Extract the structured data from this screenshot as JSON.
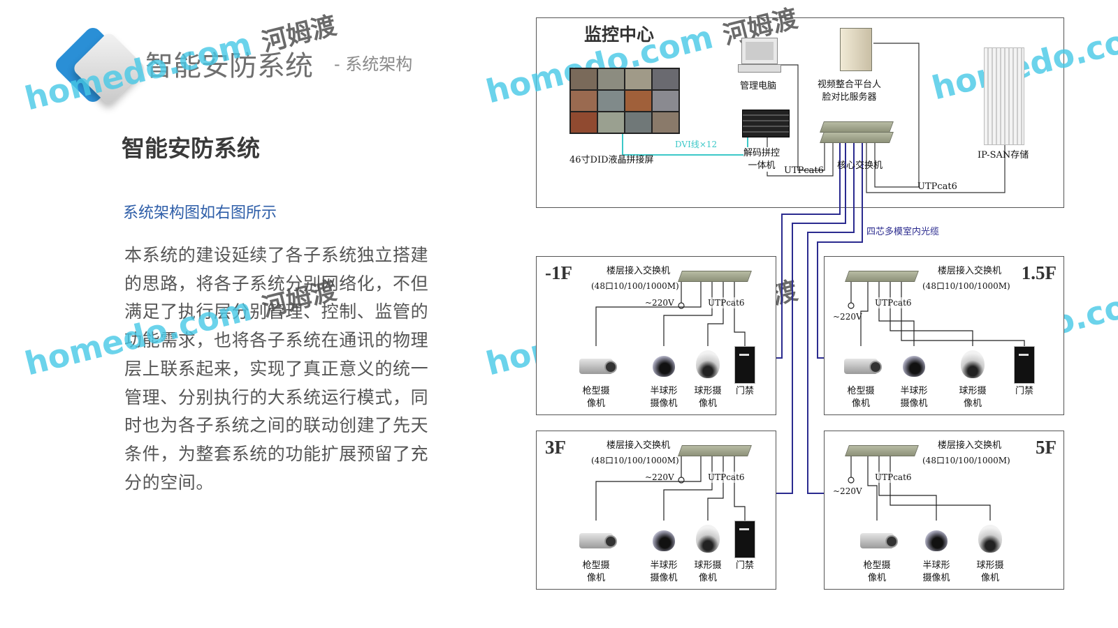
{
  "header": {
    "title": "智能安防系统",
    "subtitle": "- 系统架构"
  },
  "section_title": "智能安防系统",
  "intro": "系统架构图如右图所示",
  "paragraph_lines": [
    "本系统的建设延续了各子系统独立搭建",
    "的思路，将各子系统分别网络化，不但",
    "满足了执行层分别管理、控制、监管的",
    "功能需求，也将各子系统在通讯的物理",
    "层上联系起来，实现了真正意义的统一",
    "管理、分别执行的大系统运行模式，同",
    "时也为各子系统之间的联动创建了先天",
    "条件，为整套系统的功能扩展预留了充",
    "分的空间。"
  ],
  "diagram": {
    "center": {
      "title": "监控中心",
      "video_wall": "46寸DID液晶拼接屏",
      "pc": "管理电脑",
      "server_line1": "视频整合平台人",
      "server_line2": "脸对比服务器",
      "decoder_line1": "解码拼控",
      "decoder_line2": "一体机",
      "core_switch": "核心交换机",
      "storage": "IP-SAN存储",
      "dvi": "DVI线×12",
      "utp1": "UTPcat6",
      "utp2": "UTPcat6"
    },
    "fiber": "四芯多模室内光缆",
    "floors": [
      {
        "label": "-1F",
        "side": "left",
        "switch": "楼层接入交换机",
        "spec": "(48口10/100/1000M)",
        "power": "~220V",
        "cable": "UTPcat6",
        "devices": [
          {
            "type": "gun",
            "l1": "枪型摄",
            "l2": "像机"
          },
          {
            "type": "dome",
            "l1": "半球形",
            "l2": "摄像机"
          },
          {
            "type": "speed",
            "l1": "球形摄",
            "l2": "像机"
          },
          {
            "type": "door",
            "l1": "门禁",
            "l2": ""
          }
        ]
      },
      {
        "label": "1.5F",
        "side": "right",
        "switch": "楼层接入交换机",
        "spec": "(48口10/100/1000M)",
        "power": "~220V",
        "cable": "UTPcat6",
        "devices": [
          {
            "type": "gun",
            "l1": "枪型摄",
            "l2": "像机"
          },
          {
            "type": "dome",
            "l1": "半球形",
            "l2": "摄像机"
          },
          {
            "type": "speed",
            "l1": "球形摄",
            "l2": "像机"
          },
          {
            "type": "door",
            "l1": "门禁",
            "l2": ""
          }
        ]
      },
      {
        "label": "3F",
        "side": "left",
        "switch": "楼层接入交换机",
        "spec": "(48口10/100/1000M)",
        "power": "~220V",
        "cable": "UTPcat6",
        "devices": [
          {
            "type": "gun",
            "l1": "枪型摄",
            "l2": "像机"
          },
          {
            "type": "dome",
            "l1": "半球形",
            "l2": "摄像机"
          },
          {
            "type": "speed",
            "l1": "球形摄",
            "l2": "像机"
          },
          {
            "type": "door",
            "l1": "门禁",
            "l2": ""
          }
        ]
      },
      {
        "label": "5F",
        "side": "right",
        "switch": "楼层接入交换机",
        "spec": "(48口10/100/1000M)",
        "power": "~220V",
        "cable": "UTPcat6",
        "devices": [
          {
            "type": "gun",
            "l1": "枪型摄",
            "l2": "像机"
          },
          {
            "type": "dome",
            "l1": "半球形",
            "l2": "摄像机"
          },
          {
            "type": "speed",
            "l1": "球形摄",
            "l2": "像机"
          }
        ]
      }
    ]
  },
  "watermark": {
    "a": "homedo",
    "b": ".com",
    "c": "河姆渡"
  },
  "colors": {
    "fiber": "#2b2b8f",
    "dvi": "#3cc8c8",
    "intro": "#2e5ea8"
  }
}
